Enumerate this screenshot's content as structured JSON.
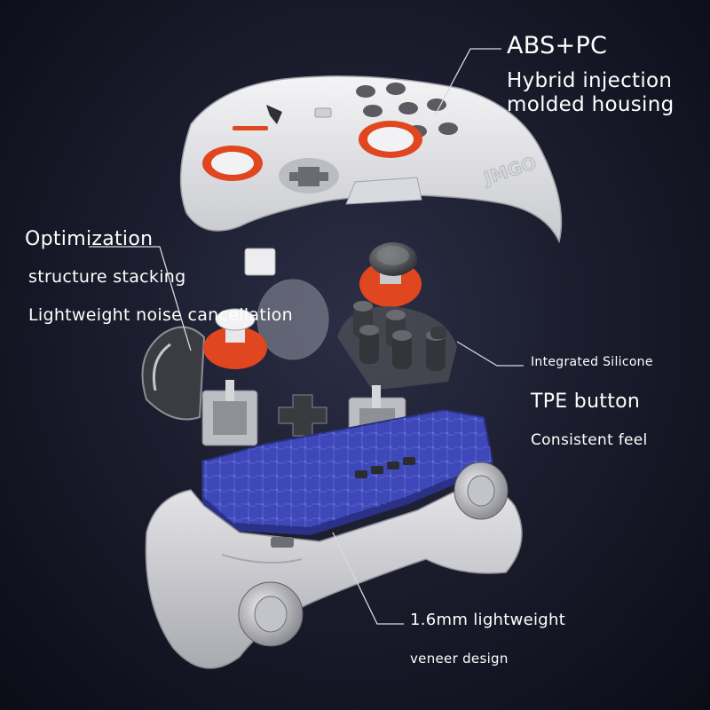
{
  "labels": {
    "material_title": "ABS+PC",
    "material_line1": "Hybrid injection",
    "material_line2": "molded housing",
    "optimization_title": "Optimization",
    "optimization_line1": "structure stacking",
    "optimization_line2": "Lightweight noise cancellation",
    "silicone_line1": "Integrated Silicone",
    "silicone_line2": "TPE button",
    "silicone_line3": "Consistent feel",
    "veneer_line1": "1.6mm lightweight",
    "veneer_line2": "veneer design"
  },
  "shell_brand_text": "JMGO",
  "colors": {
    "background": "#1b1d2e",
    "shell": "#e8e8ea",
    "accent_orange": "#e0461f",
    "pcb_blue": "#3f48b8",
    "button_dark": "#3a3b40",
    "leader_line": "#d9d9de"
  }
}
